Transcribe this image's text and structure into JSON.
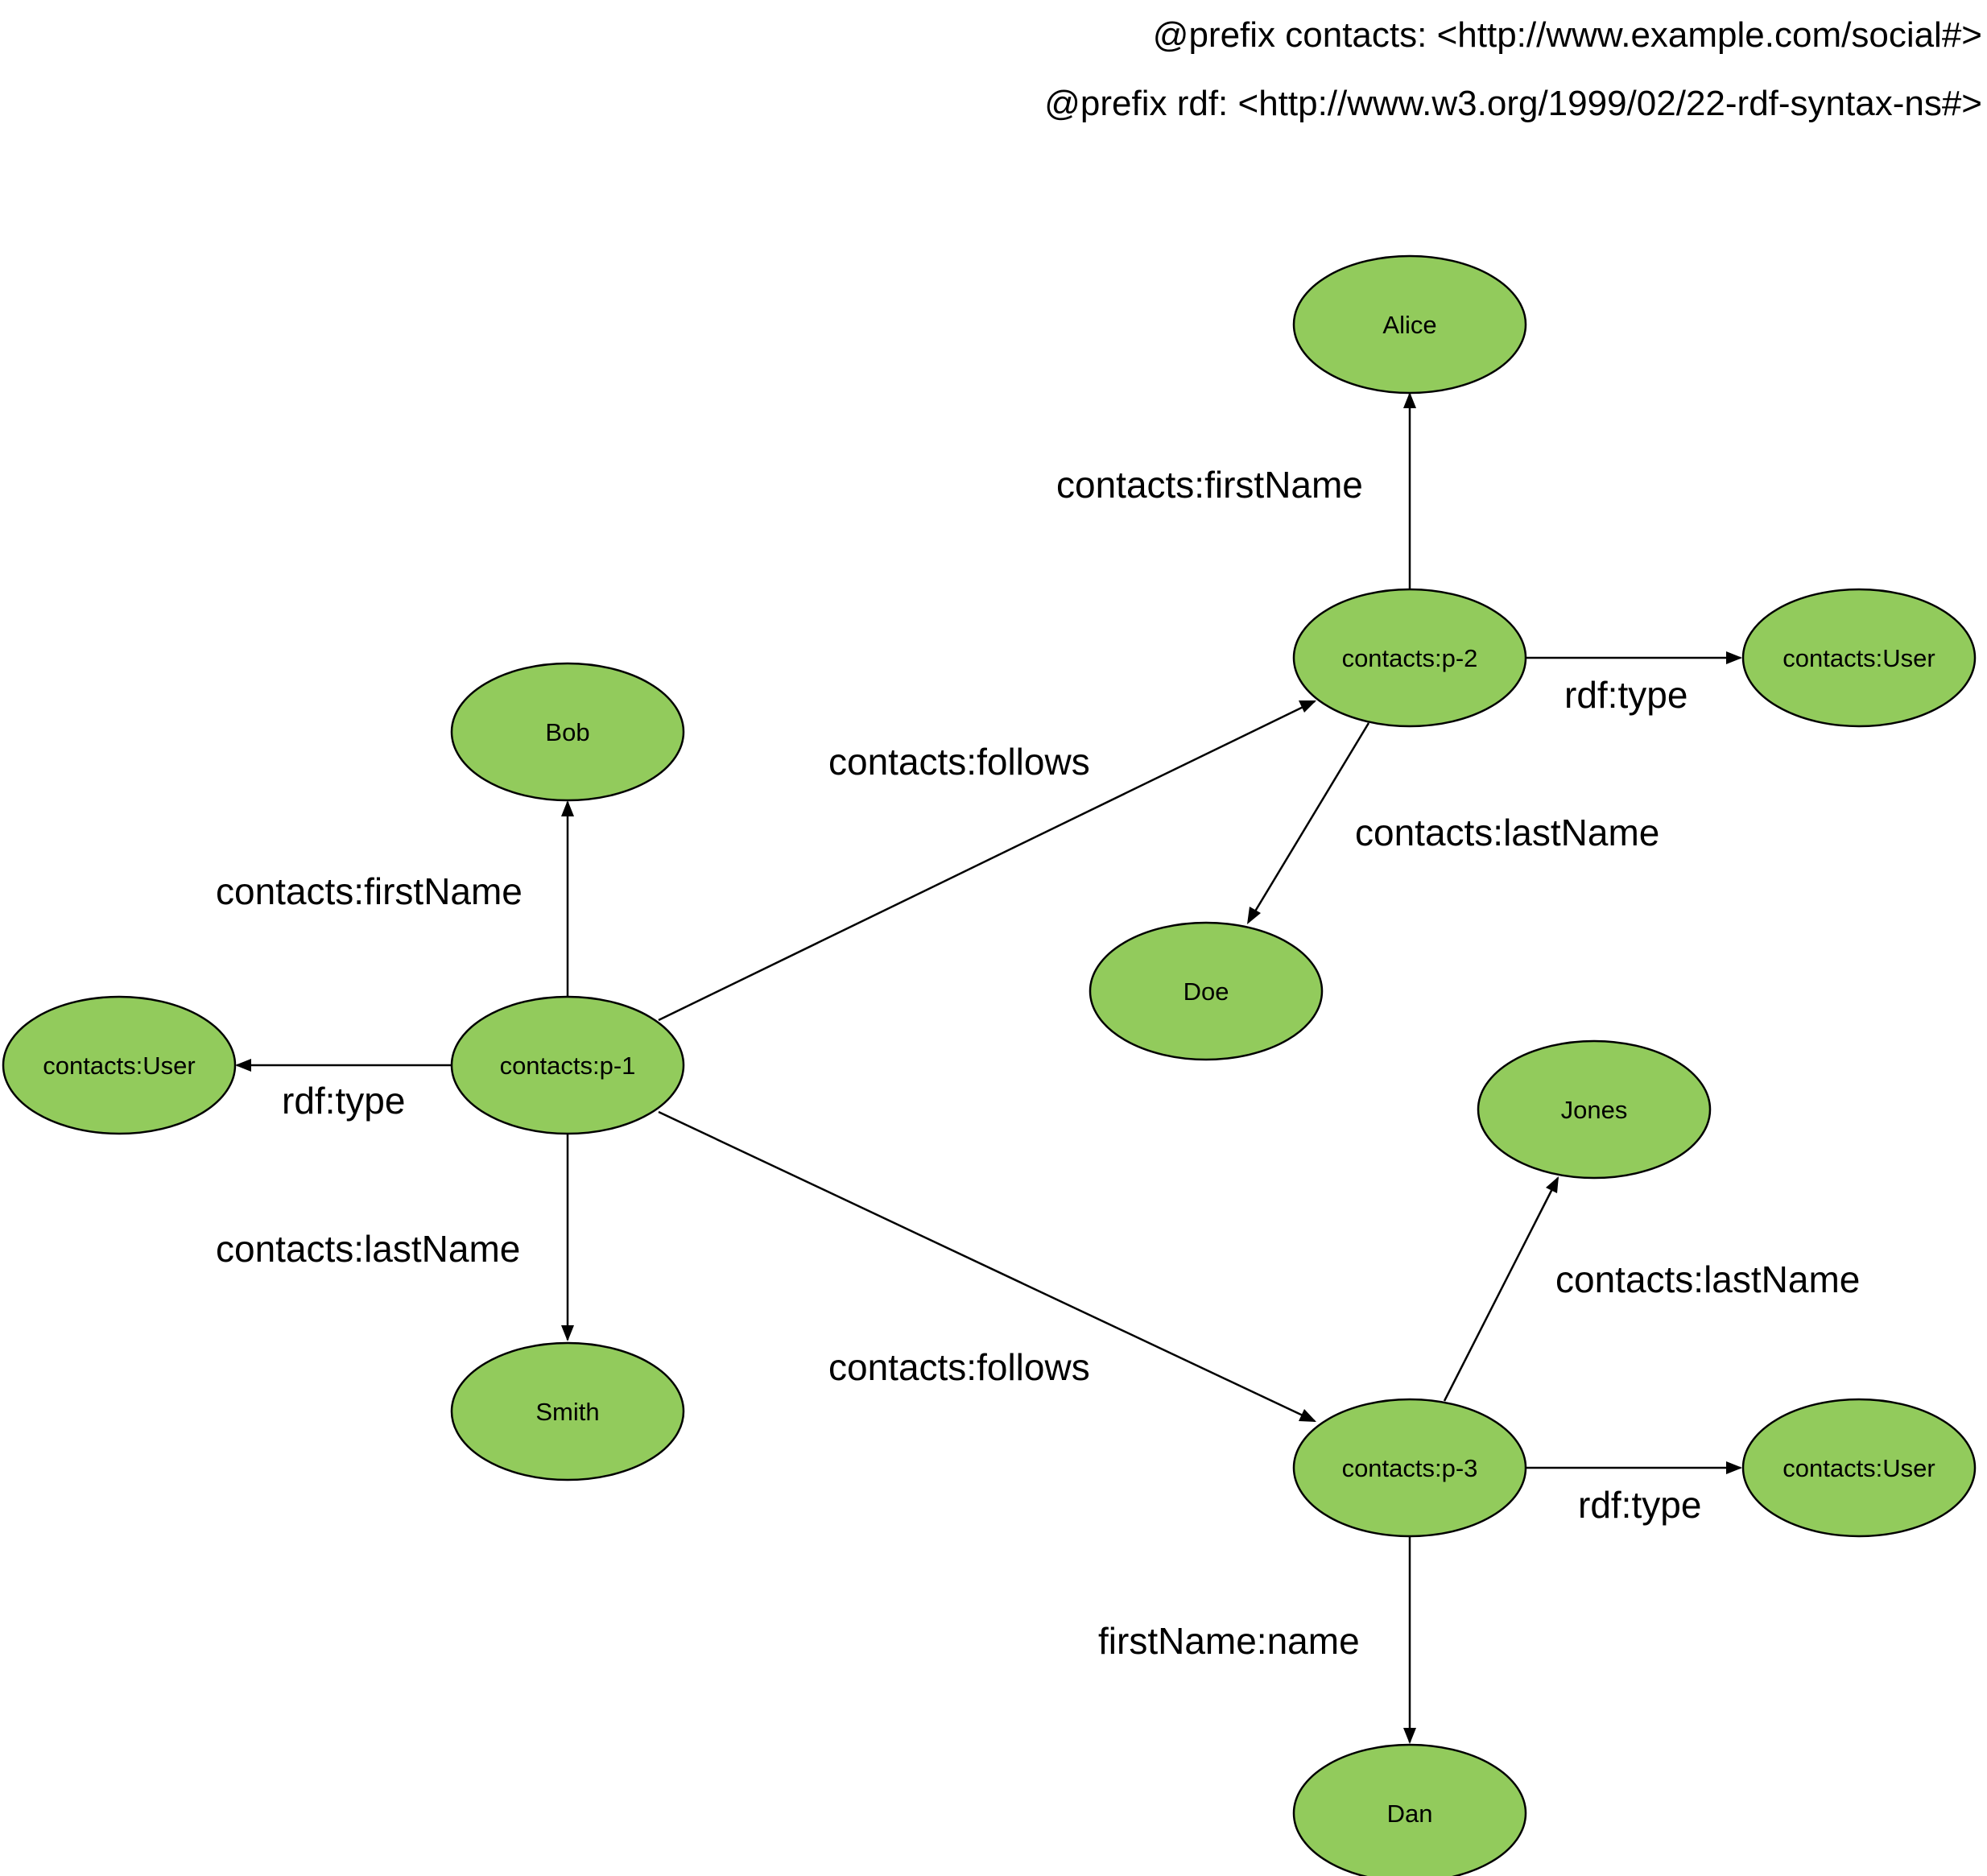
{
  "prefixes": [
    "@prefix contacts: <http://www.example.com/social#>",
    "@prefix rdf: <http://www.w3.org/1999/02/22-rdf-syntax-ns#>"
  ],
  "colors": {
    "node_fill": "#92cb5c",
    "stroke": "#000000",
    "background": "#ffffff"
  },
  "nodes": [
    {
      "id": "p1",
      "label": "contacts:p-1"
    },
    {
      "id": "bob",
      "label": "Bob"
    },
    {
      "id": "user1",
      "label": "contacts:User"
    },
    {
      "id": "smith",
      "label": "Smith"
    },
    {
      "id": "p2",
      "label": "contacts:p-2"
    },
    {
      "id": "alice",
      "label": "Alice"
    },
    {
      "id": "user2",
      "label": "contacts:User"
    },
    {
      "id": "doe",
      "label": "Doe"
    },
    {
      "id": "p3",
      "label": "contacts:p-3"
    },
    {
      "id": "jones",
      "label": "Jones"
    },
    {
      "id": "user3",
      "label": "contacts:User"
    },
    {
      "id": "dan",
      "label": "Dan"
    }
  ],
  "edges": [
    {
      "id": "e1",
      "from": "p1",
      "to": "bob",
      "label": "contacts:firstName"
    },
    {
      "id": "e2",
      "from": "p1",
      "to": "user1",
      "label": "rdf:type"
    },
    {
      "id": "e3",
      "from": "p1",
      "to": "smith",
      "label": "contacts:lastName"
    },
    {
      "id": "e4",
      "from": "p1",
      "to": "p2",
      "label": "contacts:follows"
    },
    {
      "id": "e5",
      "from": "p1",
      "to": "p3",
      "label": "contacts:follows"
    },
    {
      "id": "e6",
      "from": "p2",
      "to": "alice",
      "label": "contacts:firstName"
    },
    {
      "id": "e7",
      "from": "p2",
      "to": "user2",
      "label": "rdf:type"
    },
    {
      "id": "e8",
      "from": "p2",
      "to": "doe",
      "label": "contacts:lastName"
    },
    {
      "id": "e9",
      "from": "p3",
      "to": "jones",
      "label": "contacts:lastName"
    },
    {
      "id": "e10",
      "from": "p3",
      "to": "user3",
      "label": "rdf:type"
    },
    {
      "id": "e11",
      "from": "p3",
      "to": "dan",
      "label": "firstName:name"
    }
  ]
}
